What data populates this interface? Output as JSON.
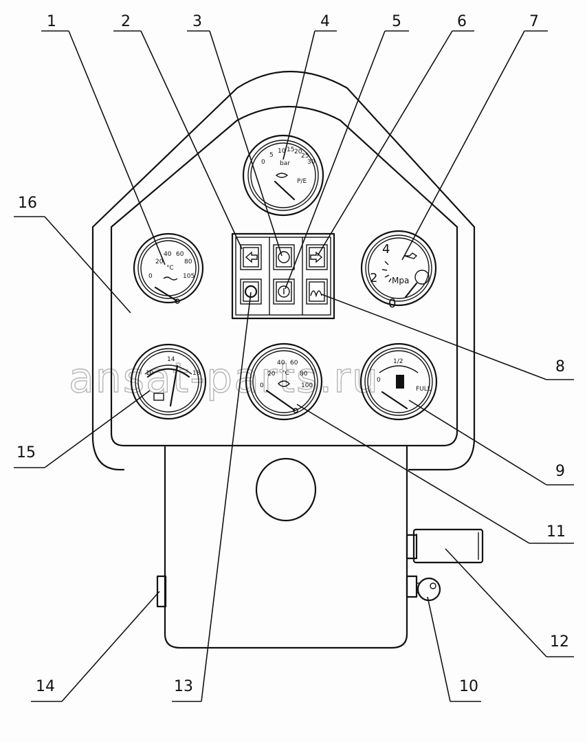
{
  "callouts": [
    "1",
    "2",
    "3",
    "4",
    "5",
    "6",
    "7",
    "8",
    "9",
    "10",
    "11",
    "12",
    "13",
    "14",
    "15",
    "16"
  ],
  "watermark": "ansat-parts.ru",
  "gauges": {
    "top": {
      "ticks": [
        "0",
        "5",
        "10",
        "15",
        "20",
        "25",
        "30"
      ],
      "unit": "bar",
      "label": "P/E"
    },
    "coolant": {
      "ticks": [
        "20",
        "40",
        "60",
        "80",
        "0",
        "105"
      ],
      "unit": "°C"
    },
    "oil": {
      "ticks": [
        "4",
        "2",
        "0"
      ],
      "unit": "Mpa"
    },
    "voltmeter": {
      "ticks": [
        "10",
        "14",
        "18"
      ]
    },
    "oiltemp": {
      "ticks": [
        "40",
        "60",
        "20",
        "80",
        "0",
        "100"
      ],
      "unit": "°C"
    },
    "fuel": {
      "ticks": [
        "1/2",
        "0",
        "FULL"
      ]
    }
  }
}
